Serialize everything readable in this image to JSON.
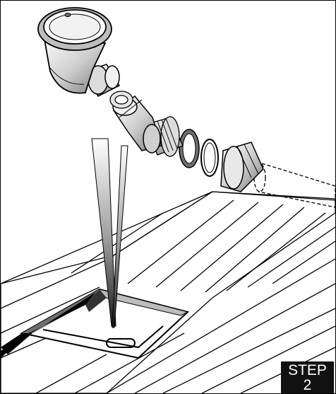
{
  "badge": {
    "line1": "STEP",
    "line2": "2"
  },
  "colors": {
    "ink": "#000000",
    "background": "#ffffff",
    "badge_bg": "#111111",
    "badge_text": "#ffffff",
    "part_light": "#f2f2f2",
    "part_mid": "#bdbdbd",
    "part_dark": "#6e6e6e"
  },
  "icons": {
    "parts": [
      "waste-trap-body",
      "outlet-spigot",
      "slip-washer",
      "elbow-connector",
      "threaded-tail",
      "sealing-ring",
      "o-ring",
      "compression-nut",
      "waste-pipe-dashed"
    ],
    "surface": [
      "deck-boards",
      "floor-opening",
      "pointer-beam"
    ]
  }
}
